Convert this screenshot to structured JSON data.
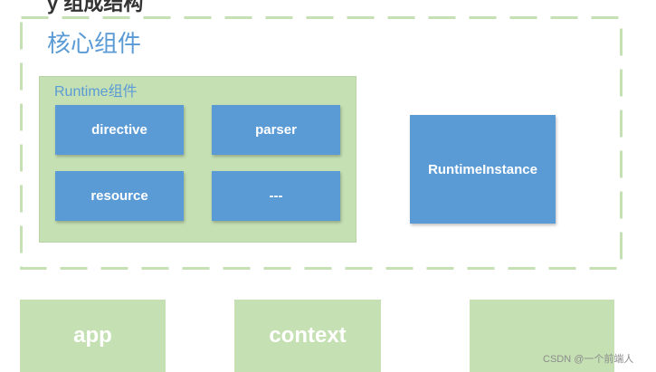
{
  "header": {
    "title_fragment": "y 组成结构"
  },
  "core": {
    "title": "核心组件"
  },
  "runtime": {
    "title": "Runtime组件",
    "items": [
      "directive",
      "parser",
      "resource",
      "---"
    ]
  },
  "runtime_instance": {
    "label": "RuntimeInstance"
  },
  "bottom": {
    "items": [
      "app",
      "context",
      ""
    ]
  },
  "watermark": {
    "text": "CSDN @一个前端人"
  },
  "colors": {
    "blue_box": "#5b9bd5",
    "green_box": "#c5e0b3",
    "dash": "#c5e0b3",
    "title_blue": "#5b9bd5"
  }
}
